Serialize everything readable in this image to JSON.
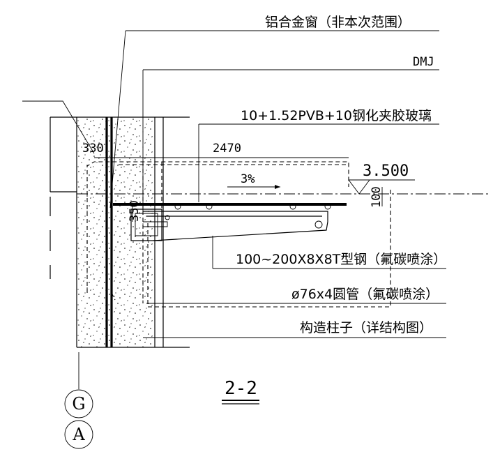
{
  "labels": {
    "window": "铝合金窗（非本次范围）",
    "dmj": "DMJ",
    "glass": "10+1.52PVB+10钢化夹胶玻璃",
    "steel": "100~200X8X8T型钢（氟碳喷涂）",
    "pipe": "ø76x4圆管（氟碳喷涂）",
    "column": "构造柱子（详结构图）"
  },
  "dimensions": {
    "width": "2470",
    "slope": "3%",
    "elevation": "3.500",
    "left": "330",
    "small": "350",
    "height": "100"
  },
  "section_title": "2-2",
  "axes": [
    "G",
    "A"
  ]
}
